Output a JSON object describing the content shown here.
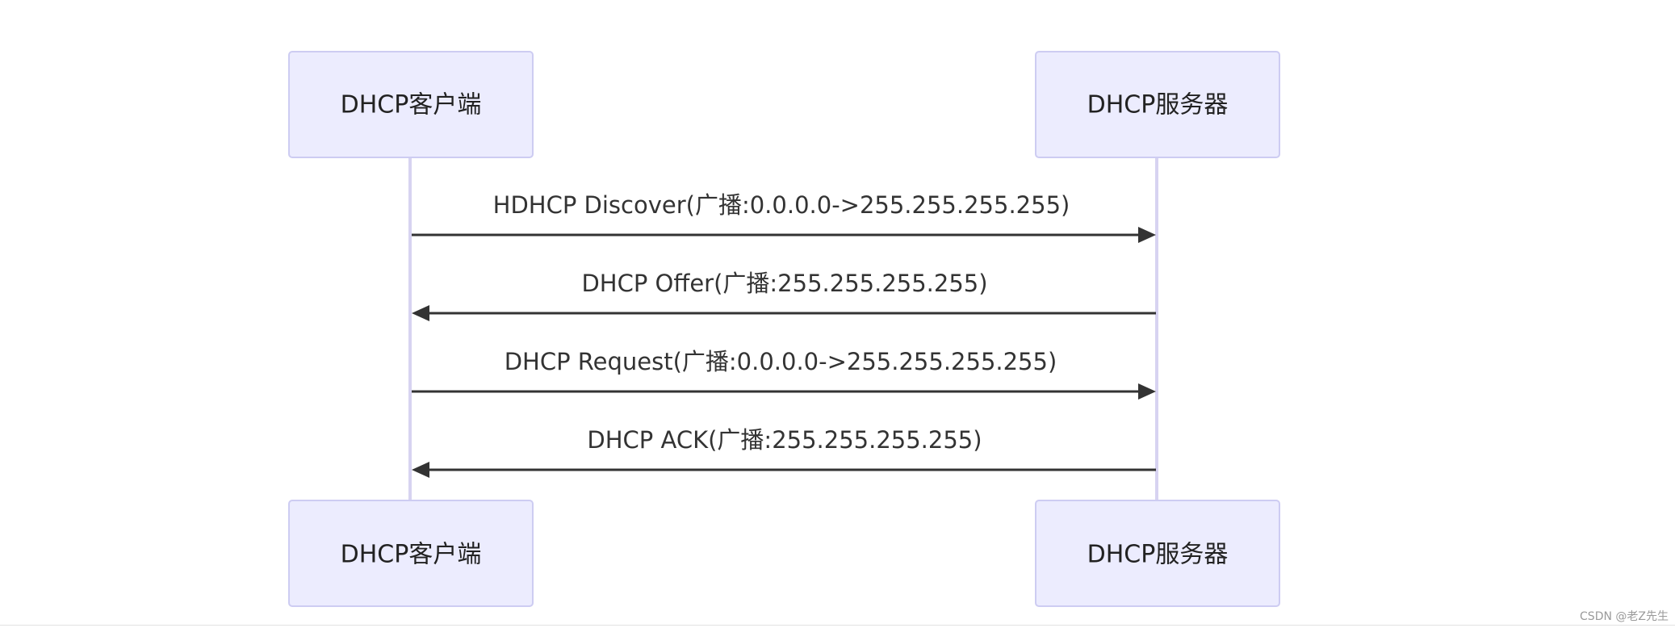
{
  "participants": [
    {
      "label": "DHCP客户端"
    },
    {
      "label": "DHCP服务器"
    }
  ],
  "messages": [
    {
      "text": "HDHCP Discover(广播:0.0.0.0->255.255.255.255)",
      "direction": "right"
    },
    {
      "text": "DHCP Offer(广播:255.255.255.255)",
      "direction": "left"
    },
    {
      "text": "DHCP Request(广播:0.0.0.0->255.255.255.255)",
      "direction": "right"
    },
    {
      "text": "DHCP ACK(广播:255.255.255.255)",
      "direction": "left"
    }
  ],
  "colors": {
    "actor_fill": "#ececfe",
    "actor_border": "#cdccf2",
    "lifeline": "#d7d3f1",
    "arrow": "#333333"
  },
  "watermark": "CSDN @老Z先生"
}
